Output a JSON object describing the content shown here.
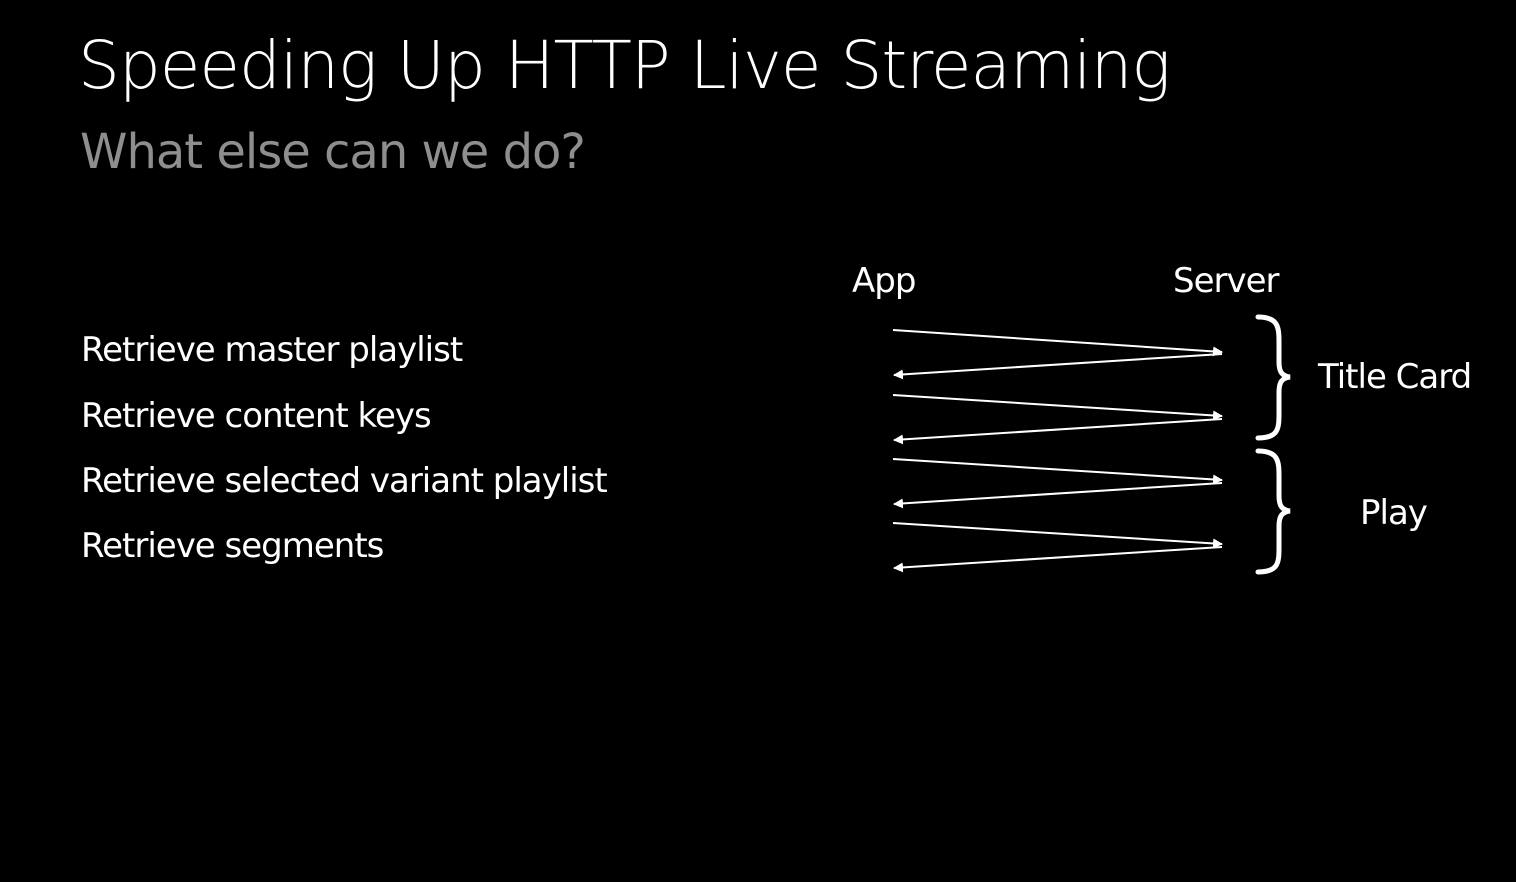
{
  "slide": {
    "title": "Speeding Up HTTP Live Streaming",
    "subtitle": "What else can we do?"
  },
  "steps": [
    "Retrieve master playlist",
    "Retrieve content keys",
    "Retrieve selected variant playlist",
    "Retrieve segments"
  ],
  "diagram": {
    "participants": {
      "app": "App",
      "server": "Server"
    },
    "groups": [
      {
        "label": "Title Card"
      },
      {
        "label": "Play"
      }
    ],
    "exchanges": [
      {
        "step": "Retrieve master playlist",
        "request": "App → Server",
        "response": "Server → App"
      },
      {
        "step": "Retrieve content keys",
        "request": "App → Server",
        "response": "Server → App"
      },
      {
        "step": "Retrieve selected variant playlist",
        "request": "App → Server",
        "response": "Server → App"
      },
      {
        "step": "Retrieve segments",
        "request": "App → Server",
        "response": "Server → App"
      }
    ],
    "colors": {
      "background": "#000000",
      "foreground": "#ffffff",
      "subtitle": "#8e8e8e"
    }
  }
}
